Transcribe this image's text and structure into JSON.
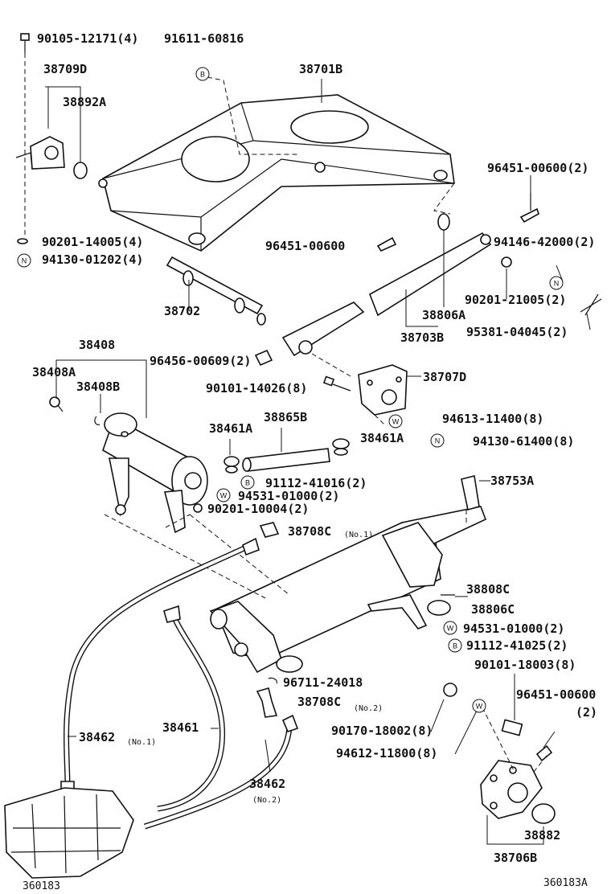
{
  "diagram": {
    "labels": {
      "p90105": "90105-12171(4)",
      "p91611": "91611-60816",
      "p38709D": "38709D",
      "p38701B": "38701B",
      "p38892A": "38892A",
      "p96451_2a": "96451-00600(2)",
      "p96451_mid": "96451-00600",
      "p94146": "94146-42000(2)",
      "p90201_14005": "90201-14005(4)",
      "p94130_01202": "94130-01202(4)",
      "p90201_21005": "90201-21005(2)",
      "p38702": "38702",
      "p38806A": "38806A",
      "p95381": "95381-04045(2)",
      "p38703B": "38703B",
      "p38408": "38408",
      "p96456": "96456-00609(2)",
      "p38408A": "38408A",
      "p38408B": "38408B",
      "p90101_14026": "90101-14026(8)",
      "p38707D": "38707D",
      "p94613": "94613-11400(8)",
      "p38865B": "38865B",
      "p38461A_l": "38461A",
      "p38461A_r": "38461A",
      "p94130_61400": "94130-61400(8)",
      "p91112_41016": "91112-41016(2)",
      "p94531_a": "94531-01000(2)",
      "p90201_10004": "90201-10004(2)",
      "p38753A": "38753A",
      "p38708C_1": "38708C",
      "no1_a": "(No.1)",
      "p38808C": "38808C",
      "p38806C": "38806C",
      "p94531_b": "94531-01000(2)",
      "p91112_41025": "91112-41025(2)",
      "p90101_18003": "90101-18003(8)",
      "p96711": "96711-24018",
      "p96451_00600_r": "96451-00600",
      "p96451_qty": "(2)",
      "p38708C_2": "38708C",
      "no2_a": "(No.2)",
      "p38462_1": "38462",
      "no1_b": "(No.1)",
      "p38461": "38461",
      "p90170": "90170-18002(8)",
      "p94612": "94612-11800(8)",
      "p38462_2": "38462",
      "no2_b": "(No.2)",
      "p38882": "38882",
      "p38706B": "38706B",
      "fig_left": "360183",
      "fig_right": "360183A"
    },
    "markers": {
      "b": "B",
      "n": "N",
      "w": "W"
    }
  }
}
